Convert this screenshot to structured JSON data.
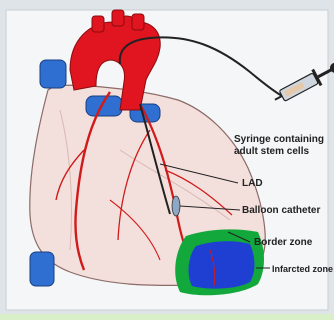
{
  "labels": {
    "syringe_line1": "Syringe containing",
    "syringe_line2": "adult stem cells",
    "lad": "LAD",
    "balloon": "Balloon catheter",
    "border_zone": "Border zone",
    "infarcted_zone": "Infarcted zone"
  },
  "colors": {
    "background": "#dfe4e8",
    "heart_fill": "#f3e0dd",
    "aorta_red": "#e0151f",
    "vessel_red": "#d11a1a",
    "pulmonary_blue": "#2f6fd1",
    "infarcted_blue": "#1f3fd3",
    "border_green": "#12a83c",
    "catheter": "#222222"
  }
}
